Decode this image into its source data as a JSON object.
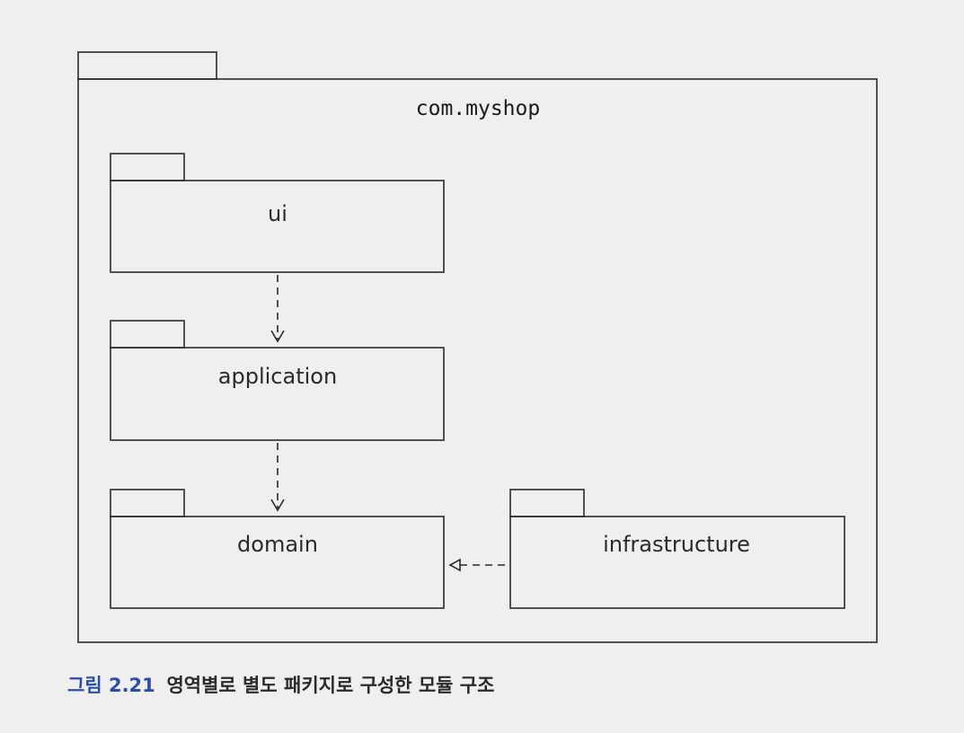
{
  "diagram": {
    "outer_package": "com.myshop",
    "packages": {
      "ui": "ui",
      "application": "application",
      "domain": "domain",
      "infrastructure": "infrastructure"
    },
    "dependencies": [
      {
        "from": "ui",
        "to": "application",
        "style": "dashed-open-arrow"
      },
      {
        "from": "application",
        "to": "domain",
        "style": "dashed-open-arrow"
      },
      {
        "from": "infrastructure",
        "to": "domain",
        "style": "dashed-triangle-arrow"
      }
    ]
  },
  "caption": {
    "number": "그림 2.21",
    "text": "영역별로 별도 패키지로 구성한 모듈 구조"
  },
  "colors": {
    "background": "#efefef",
    "line": "#2a2a2a",
    "caption_number": "#2b4ea8"
  }
}
